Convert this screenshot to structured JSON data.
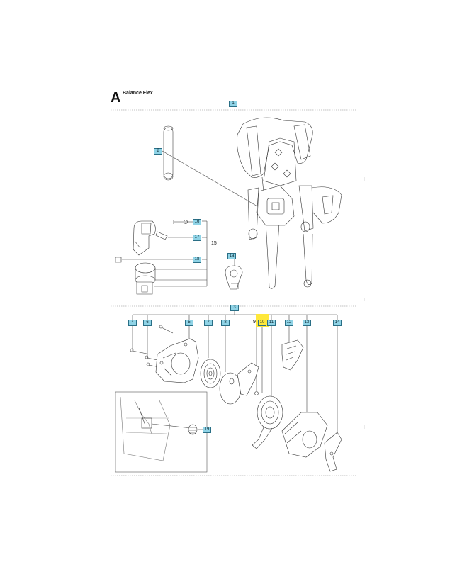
{
  "section": {
    "letter": "A",
    "title": "Balance Flex"
  },
  "callouts": {
    "c1": "1",
    "c2": "2",
    "c16": "16",
    "c17": "17",
    "c15": "15",
    "c18": "18",
    "c1a": "1a",
    "c3": "3",
    "c4": "4",
    "c6": "6",
    "c5": "5",
    "c7": "7",
    "c8": "8",
    "c9": "9",
    "c10": "10",
    "c11": "11",
    "c12": "12",
    "c13": "13",
    "c14": "14",
    "c19": "19"
  },
  "colors": {
    "callout_fill": "#8fd3e6",
    "highlight": "#ffe83a",
    "line": "#444444"
  }
}
